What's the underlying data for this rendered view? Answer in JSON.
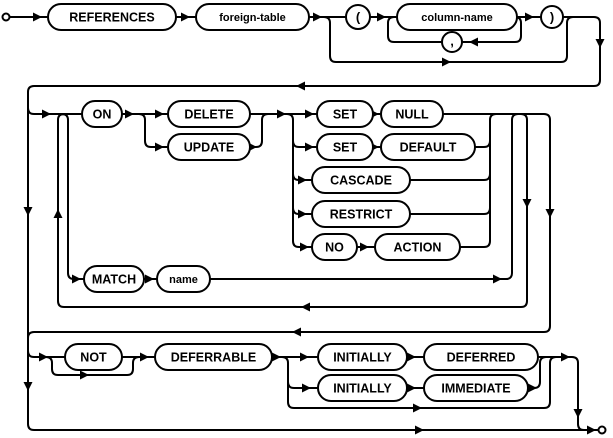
{
  "diagram_type": "railroad-syntax-diagram",
  "colors": {
    "line": "#000000",
    "background": "#ffffff"
  },
  "labels": {
    "references": "REFERENCES",
    "foreign_table": "foreign-table",
    "open_paren": "(",
    "column_name": "column-name",
    "comma": ",",
    "close_paren": ")",
    "on": "ON",
    "delete": "DELETE",
    "update": "UPDATE",
    "set1": "SET",
    "null": "NULL",
    "set2": "SET",
    "default": "DEFAULT",
    "cascade": "CASCADE",
    "restrict": "RESTRICT",
    "no": "NO",
    "action": "ACTION",
    "match": "MATCH",
    "name": "name",
    "not": "NOT",
    "deferrable": "DEFERRABLE",
    "initially1": "INITIALLY",
    "deferred": "DEFERRED",
    "initially2": "INITIALLY",
    "immediate": "IMMEDIATE"
  }
}
